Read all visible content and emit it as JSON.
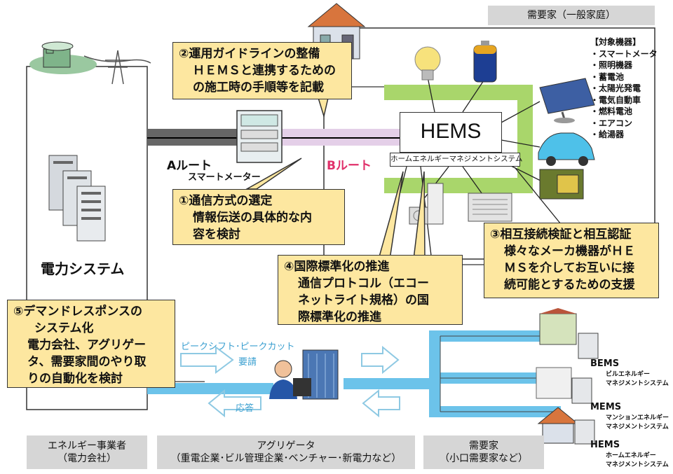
{
  "consumer_header": "需要家（一般家庭）",
  "target_devices": {
    "title": "【対象機器】",
    "items": [
      "・スマートメータ",
      "・照明機器",
      "・蓄電池",
      "・太陽光発電",
      "・電気自動車",
      "・燃料電池",
      "・エアコン",
      "・給湯器"
    ]
  },
  "hems": {
    "title": "HEMS",
    "subtitle": "ホームエネルギーマネジメントシステム"
  },
  "routes": {
    "a": "Aルート",
    "b": "Bルート",
    "meter": "スマートメーター"
  },
  "power_system": "電力システム",
  "callouts": {
    "c2": [
      "②運用ガイドラインの整備",
      "ＨＥＭＳと連携するための",
      "の施工時の手順等を記載"
    ],
    "c1": [
      "①通信方式の選定",
      "情報伝送の具体的な内",
      "容を検討"
    ],
    "c4": [
      "④国際標準化の推進",
      "通信プロトコル（エコー",
      "ネットライト規格）の国",
      "際標準化の推進"
    ],
    "c3": [
      "③相互接続検証と相互認証",
      "様々なメーカ機器がＨＥ",
      "ＭＳを介してお互いに接",
      "続可能とするための支援"
    ],
    "c5": [
      "⑤デマンドレスポンスの",
      "システム化",
      "電力会社、アグリゲー",
      "タ、需要家間のやり取",
      "りの自動化を検討"
    ]
  },
  "flows": {
    "peak": "ピークシフト･ピークカット",
    "request": "要請",
    "response": "応答"
  },
  "systems": [
    {
      "name": "BEMS",
      "desc": [
        "ビルエネルギー",
        "マネジメントシステム"
      ]
    },
    {
      "name": "MEMS",
      "desc": [
        "マンションエネルギー",
        "マネジメントシステム"
      ]
    },
    {
      "name": "HEMS",
      "desc": [
        "ホームエネルギー",
        "マネジメントシステム"
      ]
    }
  ],
  "bottom_labels": {
    "energy": [
      "エネルギー事業者",
      "（電力会社）"
    ],
    "aggregator": [
      "アグリゲータ",
      "（重電企業･ビル管理企業･ベンチャー･新電力など）"
    ],
    "consumer": [
      "需要家",
      "（小口需要家など）"
    ]
  },
  "colors": {
    "callout": "#fde7a0",
    "green": "#a9d66b",
    "blue": "#6cc3ea",
    "pink": "#e4cfe8",
    "label_gray": "#d6d6d6",
    "b_route": "#e0306a"
  }
}
